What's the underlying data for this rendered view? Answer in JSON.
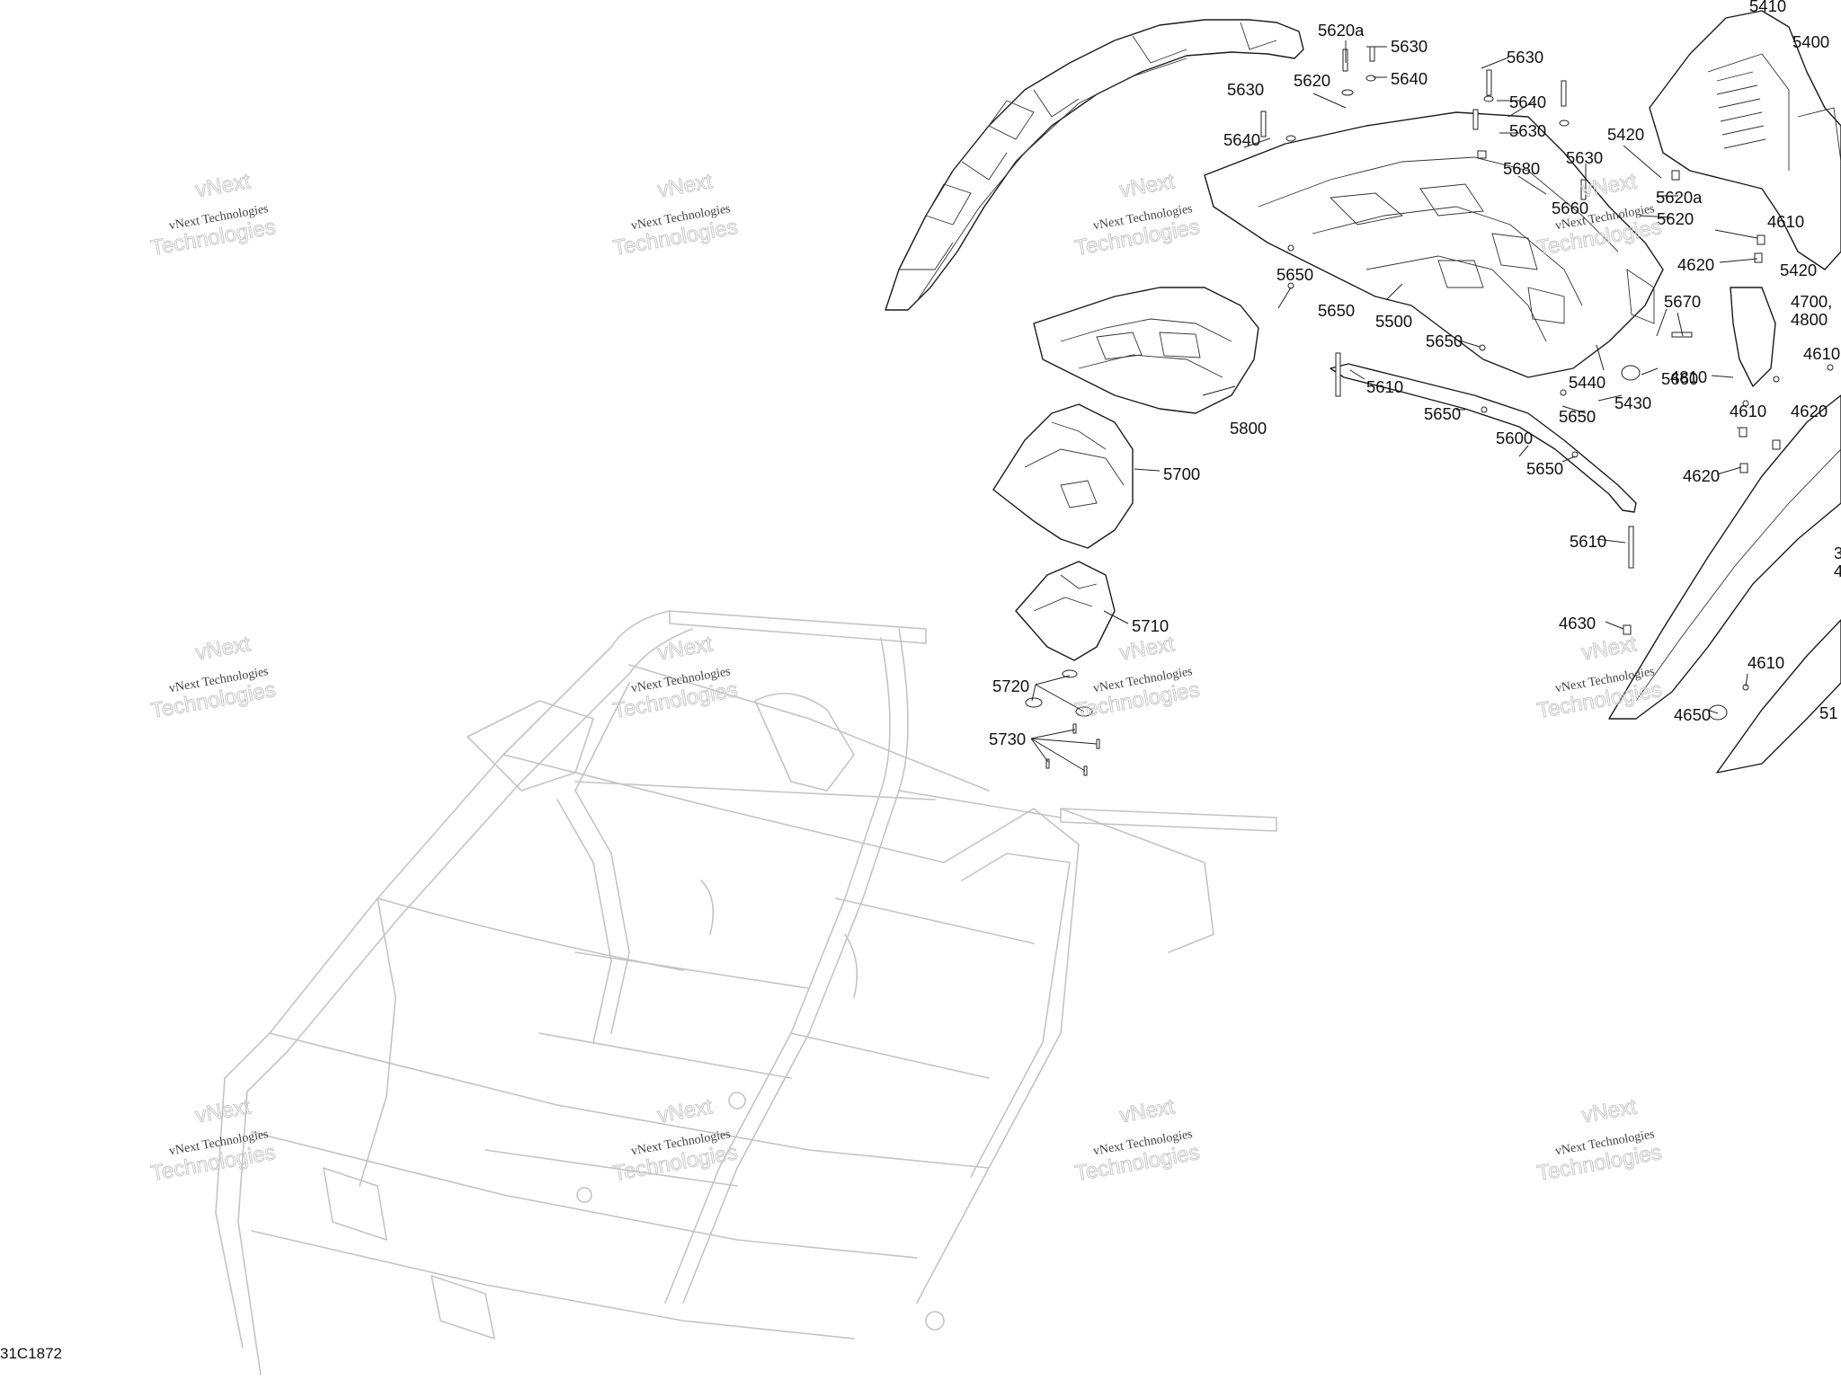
{
  "drawing_number": "31C1872",
  "watermark": {
    "line1": "vNext Technologies",
    "line2": "Technologies",
    "top": "vNext"
  },
  "callouts": [
    "5620a",
    "5630",
    "5640",
    "5630",
    "5620",
    "5640",
    "5630",
    "5640",
    "5630",
    "5640",
    "5410",
    "5400",
    "5420",
    "5630",
    "5680",
    "5620a",
    "5660",
    "5620",
    "4610",
    "4620",
    "5420",
    "5650",
    "5650",
    "5500",
    "5670",
    "4700,",
    "4800",
    "5650",
    "5610",
    "5440",
    "5660",
    "4810",
    "4610",
    "5800",
    "5430",
    "5650",
    "4610",
    "4620",
    "5650",
    "5600",
    "5700",
    "4620",
    "5650",
    "5610",
    "5710",
    "4630",
    "5720",
    "5730",
    "4610",
    "4650",
    "3",
    "4",
    "51"
  ]
}
